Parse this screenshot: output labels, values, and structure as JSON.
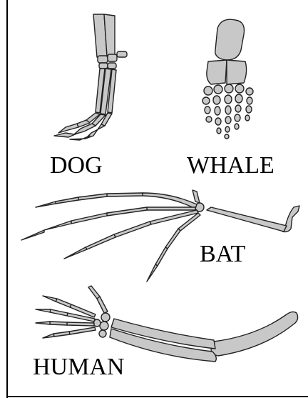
{
  "figure": {
    "labels": {
      "dog": "DOG",
      "whale": "WHALE",
      "bat": "BAT",
      "human": "HUMAN"
    },
    "colors": {
      "bone_fill": "#c8c8c8",
      "bone_outline": "#222222",
      "border": "#000000",
      "background": "#ffffff"
    }
  }
}
